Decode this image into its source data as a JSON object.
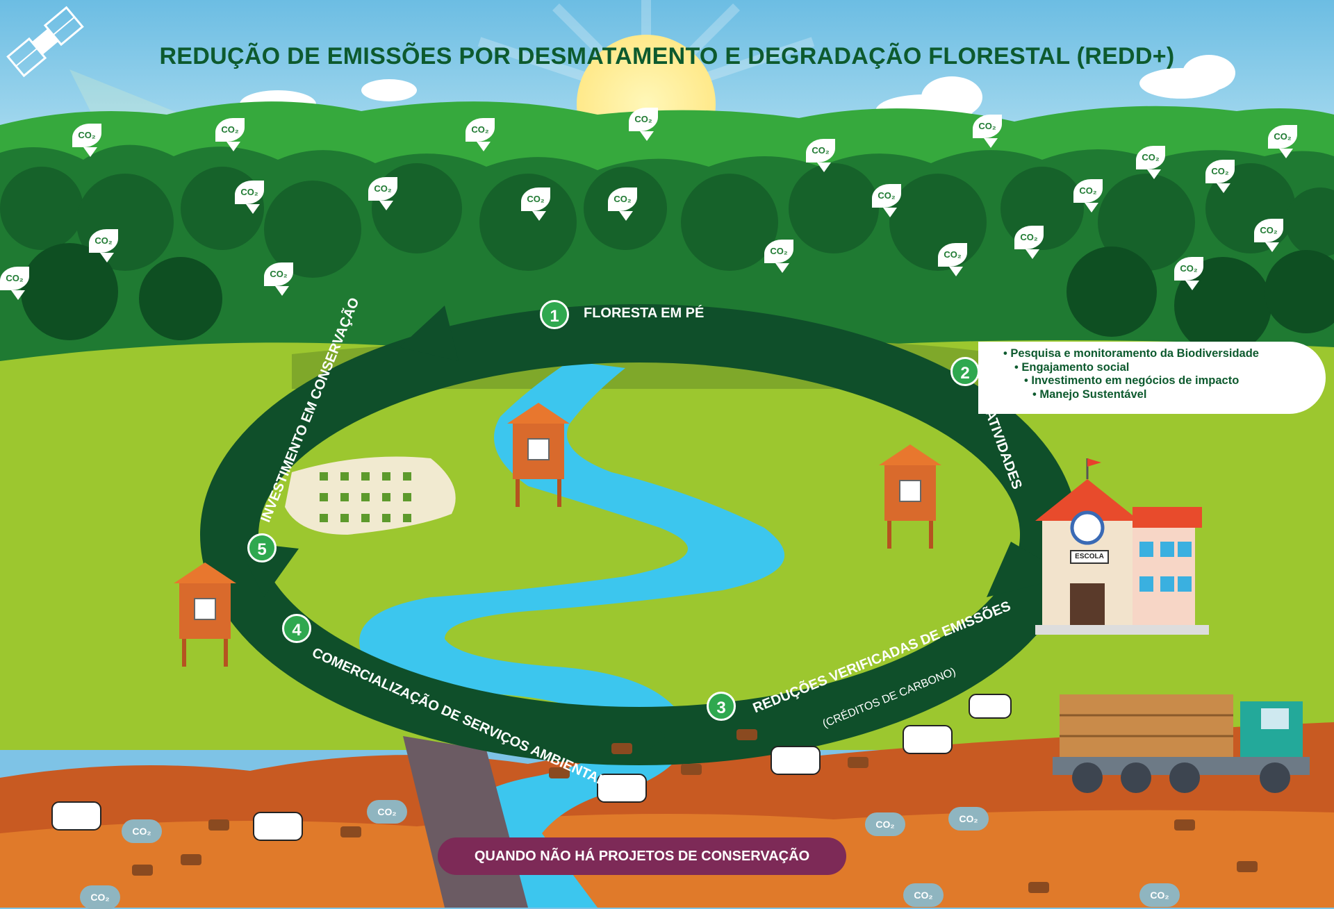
{
  "title": "REDUÇÃO DE EMISSÕES POR DESMATAMENTO E DEGRADAÇÃO FLORESTAL (REDD+)",
  "cycle": [
    {
      "number": "1",
      "label": "FLORESTA EM PÉ"
    },
    {
      "number": "2",
      "label": "ATIVIDADES"
    },
    {
      "number": "3",
      "label": "REDUÇÕES VERIFICADAS DE EMISSÕES",
      "sublabel": "(CRÉDITOS DE CARBONO)"
    },
    {
      "number": "4",
      "label": "COMERCIALIZAÇÃO DE SERVIÇOS AMBIENTAIS"
    },
    {
      "number": "5",
      "label": "INVESTIMENTO EM CONSERVAÇÃO"
    }
  ],
  "activities": [
    "Pesquisa e monitoramento da Biodiversidade",
    "Engajamento social",
    "Investimento em negócios de impacto",
    "Manejo Sustentável"
  ],
  "co2_label": "CO₂",
  "school_sign": "ESCOLA",
  "bottom_banner": "QUANDO NÃO HÁ PROJETOS DE CONSERVAÇÃO",
  "colors": {
    "title": "#0d5a2e",
    "cycle_arrow": "#0f4f2a",
    "number_badge": "#2fa84f",
    "banner": "#7d2a57",
    "river": "#3cc6ee",
    "forest_dark": "#1f7a32",
    "grass": "#9cc72f",
    "soil": "#c85a22"
  }
}
